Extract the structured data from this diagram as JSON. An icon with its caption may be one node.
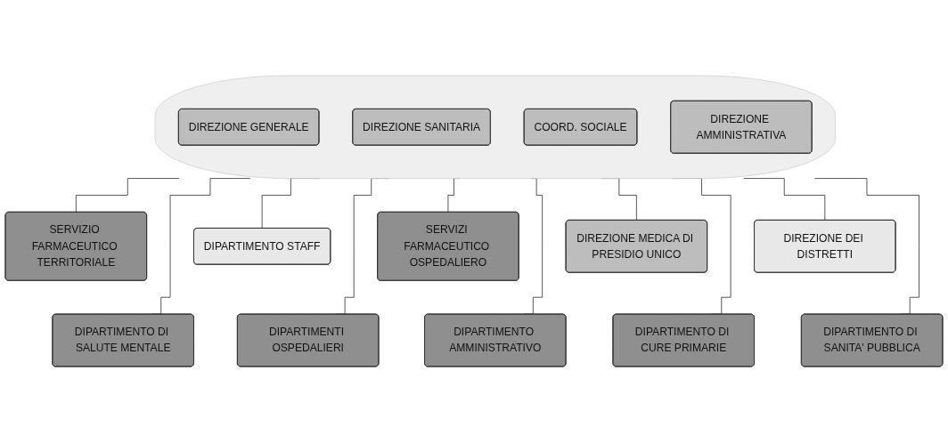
{
  "diagram": {
    "nodes": [
      {
        "text": [],
        "shape": "ellipse"
      },
      {
        "text": [
          "DIREZIONE GENERALE"
        ],
        "in": 0
      },
      {
        "text": [
          "DIREZIONE SANITARIA"
        ],
        "in": 0
      },
      {
        "text": [
          "COORD. SOCIALE"
        ],
        "in": 0
      },
      {
        "text": [
          "DIREZIONE AMMINISTRATIVA"
        ],
        "in": 0
      },
      {
        "text": [
          "SERVIZIO FARMACEUTICO TERRITORIALE"
        ]
      },
      {
        "text": [
          "DIPARTIMENTO STAFF"
        ]
      },
      {
        "text": [
          "SERVIZI FARMACEUTICO OSPEDALIERO"
        ]
      },
      {
        "text": [
          "DIREZIONE MEDICA DI PRESIDIO UNICO"
        ]
      },
      {
        "text": [
          "DIREZIONE DEI DISTRETTI"
        ]
      },
      {
        "text": [
          "DIPARTIMENTI OSPEDALIERI"
        ]
      },
      {
        "text": [
          "DIPARTIMENTO DI CURE PRIMARIE"
        ]
      },
      {
        "text": [
          "DIPARTIMENTO DI SANITA' PUBBLICA"
        ]
      },
      {
        "text": [
          "DIPARTIMENTO DI SALUTE MENTALE"
        ]
      },
      {
        "text": [
          "DIPARTIMENTO AMMINISTRATIVO"
        ]
      }
    ],
    "edges": [
      {
        "from": 0,
        "to": 5,
        "arrow": "none"
      },
      {
        "from": 0,
        "to": 6,
        "arrow": "none"
      },
      {
        "from": 0,
        "to": 7,
        "arrow": "none"
      },
      {
        "from": 0,
        "to": 8,
        "arrow": "none"
      },
      {
        "from": 0,
        "to": 9,
        "arrow": "none"
      },
      {
        "from": 0,
        "to": 10,
        "arrow": "none"
      },
      {
        "from": 0,
        "to": 11,
        "arrow": "none"
      },
      {
        "from": 0,
        "to": 12,
        "arrow": "none"
      },
      {
        "from": 0,
        "to": 13,
        "arrow": "none"
      },
      {
        "from": 0,
        "to": 14,
        "arrow": "none"
      }
    ]
  }
}
